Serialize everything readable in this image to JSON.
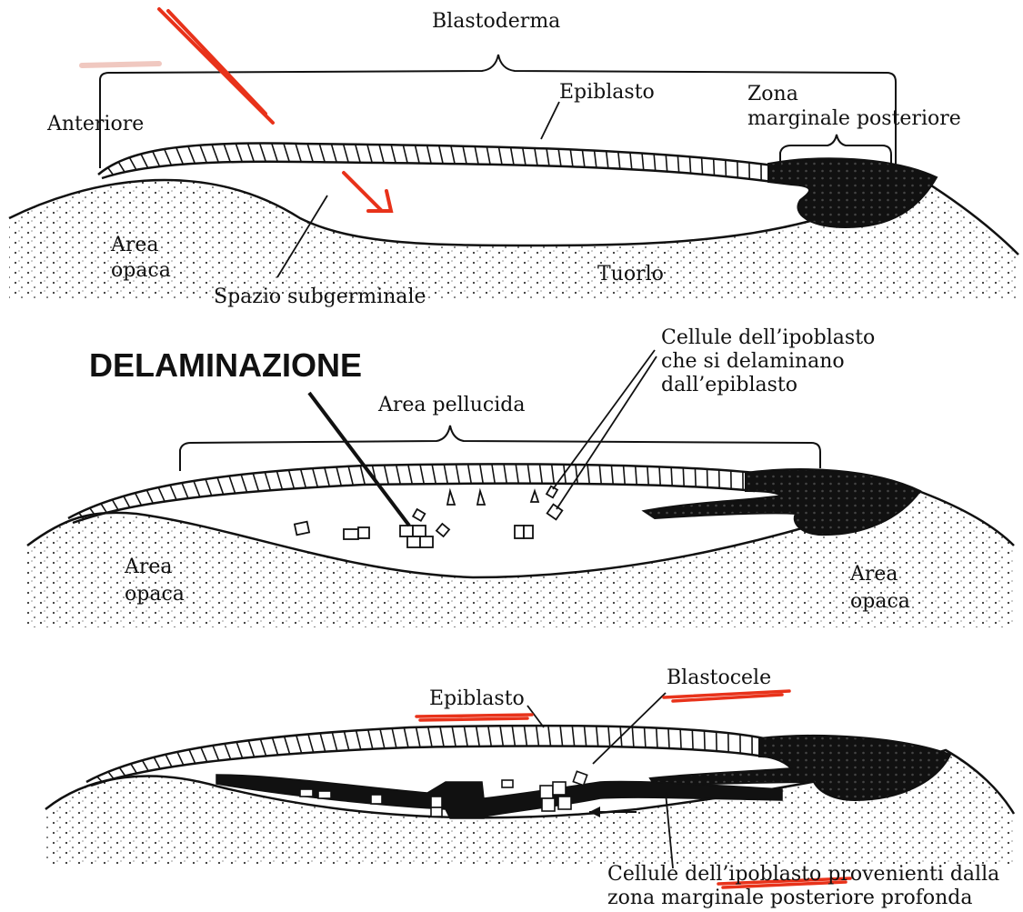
{
  "panel_top": {
    "blastoderma": "Blastoderma",
    "anteriore": "Anteriore",
    "epiblasto": "Epiblasto",
    "zona_line1": "Zona",
    "zona_line2": "marginale posteriore",
    "area_line1": "Area",
    "area_line2": "opaca",
    "tuorlo": "Tuorlo",
    "spazio": "Spazio subgerminale"
  },
  "panel_middle": {
    "heading": "DELAMINAZIONE",
    "area_pellucida": "Area pellucida",
    "cellule_line1": "Cellule dell’ipoblasto",
    "cellule_line2": "che si delaminano",
    "cellule_line3": "dall’epiblasto",
    "left_area_line1": "Area",
    "left_area_line2": "opaca",
    "right_area_line1": "Area",
    "right_area_line2": "opaca"
  },
  "panel_bottom": {
    "epiblasto": "Epiblasto",
    "blastocele": "Blastocele",
    "cellule_line1": "Cellule dell’ipoblasto provenienti dalla",
    "cellule_line2": "zona marginale posteriore profonda"
  },
  "colors": {
    "ink": "#111111",
    "annotation_red": "#e8321a",
    "yolk_dot": "#333333"
  }
}
